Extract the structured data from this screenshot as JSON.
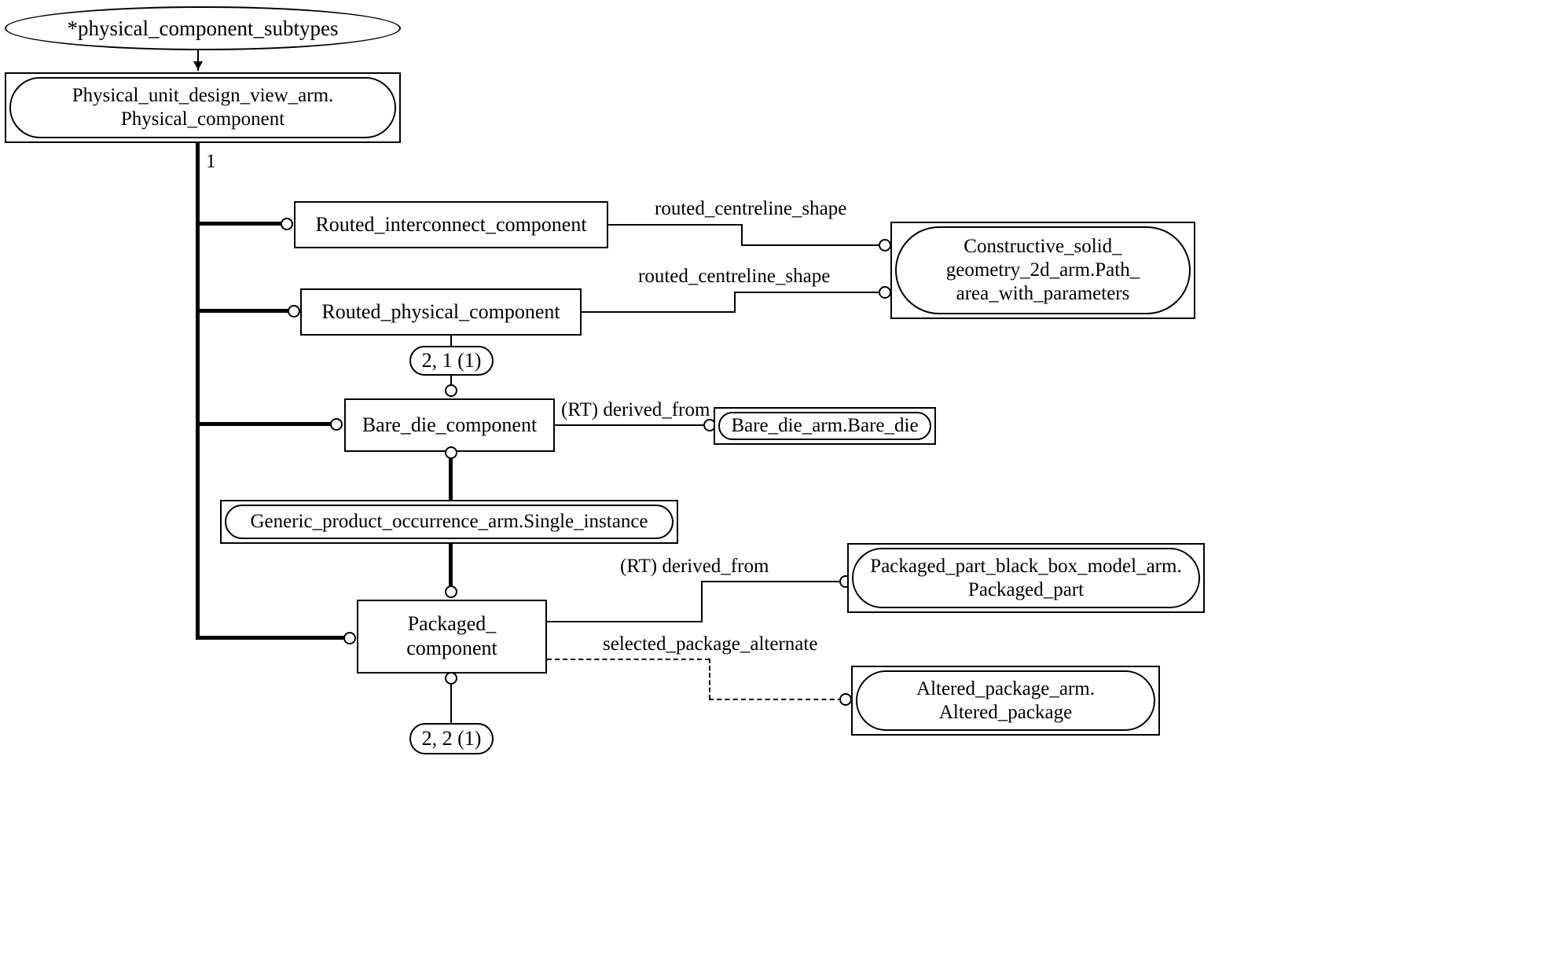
{
  "diagram": {
    "title": "*physical_component_subtypes",
    "type": "EXPRESS-G entity relationship diagram"
  },
  "nodes": {
    "subtypes_ellipse": {
      "label": "*physical_component_subtypes"
    },
    "physical_unit_design_view": {
      "line1": "Physical_unit_design_view_arm.",
      "line2": "Physical_component"
    },
    "routed_interconnect_component": {
      "label": "Routed_interconnect_component"
    },
    "routed_physical_component": {
      "label": "Routed_physical_component"
    },
    "constructive_solid_geometry": {
      "line1": "Constructive_solid_",
      "line2": "geometry_2d_arm.Path_",
      "line3": "area_with_parameters"
    },
    "bare_die_component": {
      "label": "Bare_die_component"
    },
    "bare_die_arm": {
      "label": "Bare_die_arm.Bare_die"
    },
    "generic_product_occurrence": {
      "label": "Generic_product_occurrence_arm.Single_instance"
    },
    "packaged_component": {
      "line1": "Packaged_",
      "line2": "component"
    },
    "packaged_part_black_box": {
      "line1": "Packaged_part_black_box_model_arm.",
      "line2": "Packaged_part"
    },
    "altered_package": {
      "line1": "Altered_package_arm.",
      "line2": "Altered_package"
    }
  },
  "page_refs": {
    "ref_2_1": "2, 1 (1)",
    "ref_2_2": "2, 2 (1)"
  },
  "edge_labels": {
    "cardinality_one": "1",
    "routed_centreline_shape_top": "routed_centreline_shape",
    "routed_centreline_shape_bottom": "routed_centreline_shape",
    "rt_derived_from_bare_die": "(RT) derived_from",
    "rt_derived_from_packaged": "(RT) derived_from",
    "selected_package_alternate": "selected_package_alternate"
  },
  "colors": {
    "stroke": "#000000",
    "background": "#ffffff"
  }
}
